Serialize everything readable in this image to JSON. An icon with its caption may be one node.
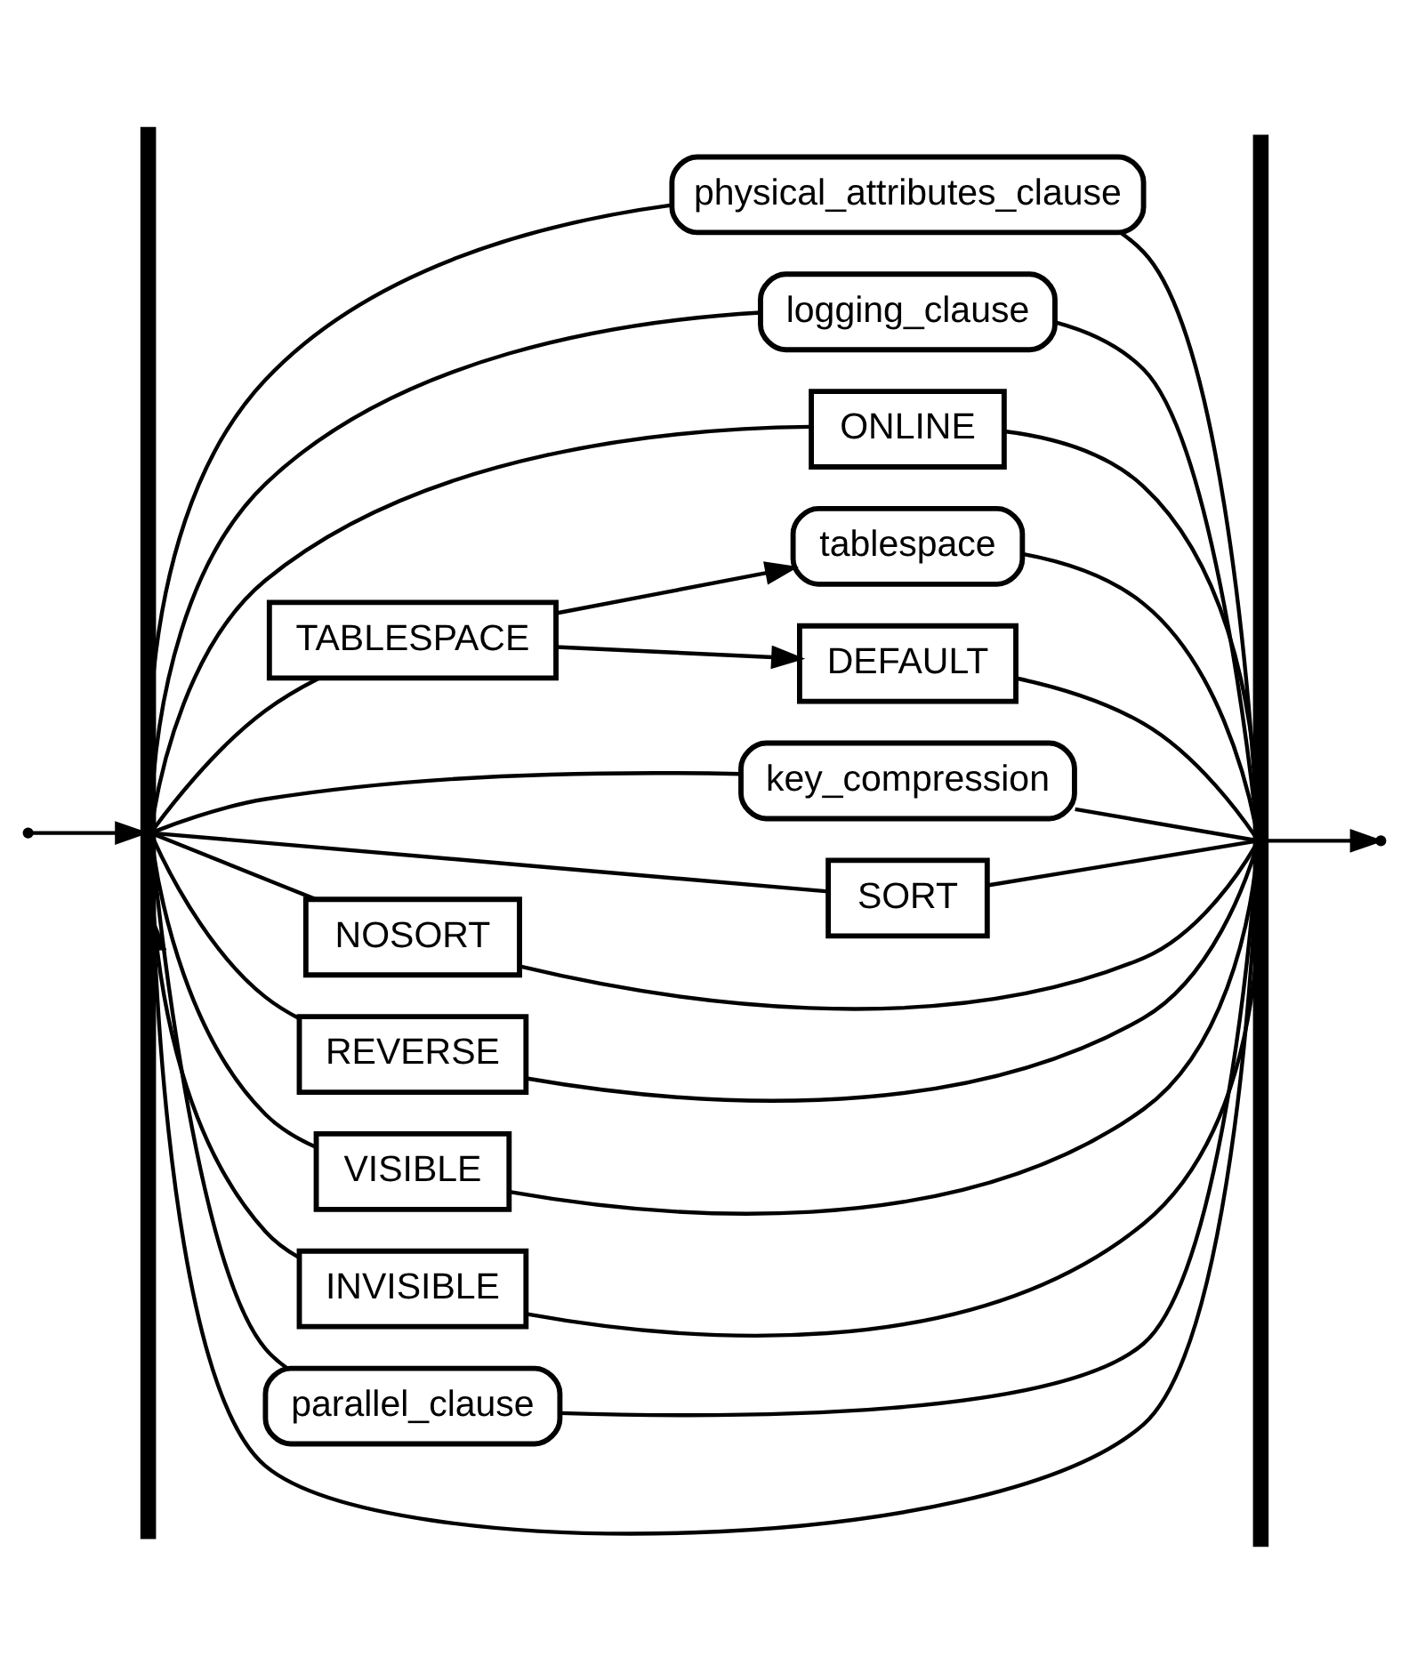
{
  "diagram": {
    "nodes": [
      {
        "text": [],
        "shape": "bar"
      },
      {
        "text": [
          "physical_attributes_clause"
        ]
      },
      {
        "text": [
          "logging_clause"
        ]
      },
      {
        "text": [
          "ONLINE"
        ]
      },
      {
        "text": [
          "TABLESPACE"
        ]
      },
      {
        "text": [
          "tablespace"
        ]
      },
      {
        "text": [
          "DEFAULT"
        ]
      },
      {
        "text": [
          "key_compression"
        ]
      },
      {
        "text": [
          "SORT"
        ]
      },
      {
        "text": [
          "NOSORT"
        ]
      },
      {
        "text": [
          "REVERSE"
        ]
      },
      {
        "text": [
          "VISIBLE"
        ]
      },
      {
        "text": [
          "INVISIBLE"
        ]
      },
      {
        "text": [
          "parallel_clause"
        ]
      },
      {
        "text": [],
        "shape": "bar"
      }
    ],
    "edges": [
      {
        "from": null,
        "to": 0,
        "arrow": "to"
      },
      {
        "from": 0,
        "to": 1,
        "arrow": "none"
      },
      {
        "from": 0,
        "to": 2,
        "arrow": "none"
      },
      {
        "from": 0,
        "to": 3,
        "arrow": "none"
      },
      {
        "from": 0,
        "to": 4,
        "arrow": "none"
      },
      {
        "from": 4,
        "to": 5,
        "arrow": "to"
      },
      {
        "from": 4,
        "to": 6,
        "arrow": "to"
      },
      {
        "from": 0,
        "to": 7,
        "arrow": "none"
      },
      {
        "from": 0,
        "to": 8,
        "arrow": "none"
      },
      {
        "from": 0,
        "to": 9,
        "arrow": "none"
      },
      {
        "from": 0,
        "to": 10,
        "arrow": "none"
      },
      {
        "from": 0,
        "to": 11,
        "arrow": "none"
      },
      {
        "from": 0,
        "to": 12,
        "arrow": "none"
      },
      {
        "from": 0,
        "to": 13,
        "arrow": "none"
      },
      {
        "from": 1,
        "to": 14,
        "arrow": "none"
      },
      {
        "from": 2,
        "to": 14,
        "arrow": "none"
      },
      {
        "from": 3,
        "to": 14,
        "arrow": "none"
      },
      {
        "from": 5,
        "to": 14,
        "arrow": "none"
      },
      {
        "from": 6,
        "to": 14,
        "arrow": "none"
      },
      {
        "from": 7,
        "to": 14,
        "arrow": "none"
      },
      {
        "from": 8,
        "to": 14,
        "arrow": "none"
      },
      {
        "from": 9,
        "to": 14,
        "arrow": "none"
      },
      {
        "from": 10,
        "to": 14,
        "arrow": "none"
      },
      {
        "from": 11,
        "to": 14,
        "arrow": "none"
      },
      {
        "from": 12,
        "to": 14,
        "arrow": "none"
      },
      {
        "from": 13,
        "to": 14,
        "arrow": "none"
      },
      {
        "from": 14,
        "to": 0,
        "arrow": "to"
      },
      {
        "from": 14,
        "to": null,
        "arrow": "to"
      }
    ]
  }
}
